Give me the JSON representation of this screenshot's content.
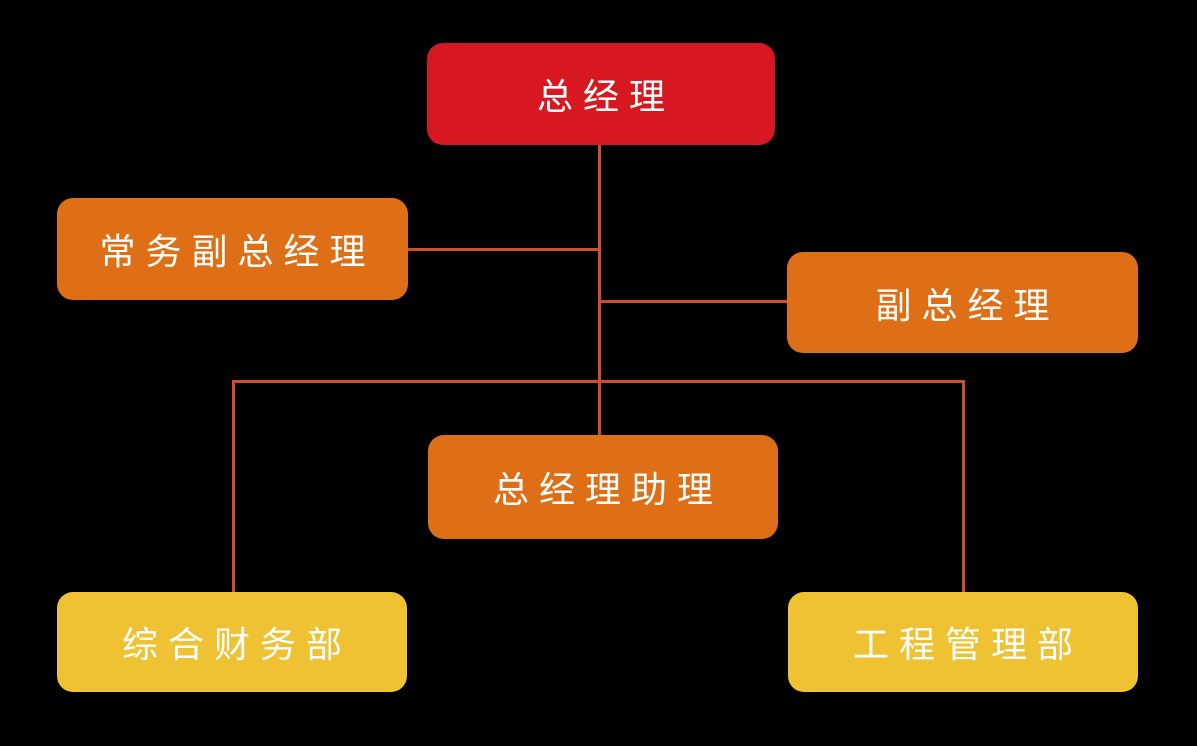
{
  "diagram": {
    "type": "org-chart",
    "background_color": "#000000",
    "connector_color": "#cc4f2e",
    "text_color": "#ffffff",
    "level_colors": {
      "level1": "#d71820",
      "level2": "#df6f17",
      "level3": "#eec232"
    },
    "nodes": [
      {
        "id": "general-manager",
        "label": "总经理",
        "level": 1
      },
      {
        "id": "executive-deputy-general-manager",
        "label": "常务副总经理",
        "level": 2
      },
      {
        "id": "deputy-general-manager",
        "label": "副总经理",
        "level": 2
      },
      {
        "id": "general-manager-assistant",
        "label": "总经理助理",
        "level": 2
      },
      {
        "id": "finance-department",
        "label": "综合财务部",
        "level": 3
      },
      {
        "id": "engineering-department",
        "label": "工程管理部",
        "level": 3
      }
    ],
    "edges": [
      {
        "from": "general-manager",
        "to": "executive-deputy-general-manager"
      },
      {
        "from": "general-manager",
        "to": "deputy-general-manager"
      },
      {
        "from": "general-manager",
        "to": "general-manager-assistant"
      },
      {
        "from": "general-manager",
        "to": "finance-department"
      },
      {
        "from": "general-manager",
        "to": "engineering-department"
      }
    ]
  }
}
